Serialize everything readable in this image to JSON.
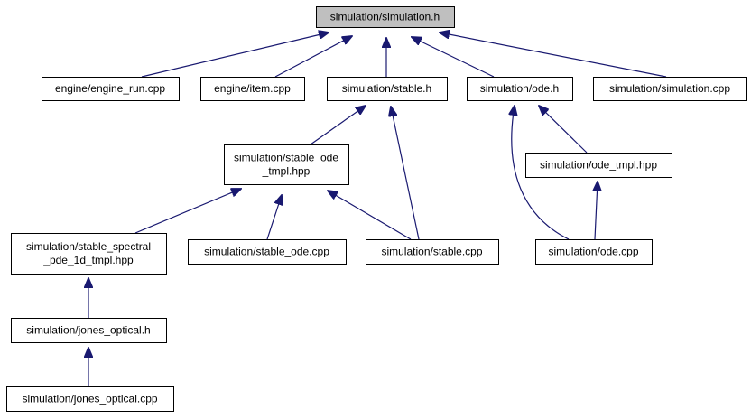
{
  "diagram": {
    "colors": {
      "edge": "#191970",
      "node_fill": "#ffffff",
      "root_fill": "#bfbfbf",
      "border": "#000000"
    },
    "nodes": {
      "root": {
        "lines": [
          "simulation/simulation.h"
        ]
      },
      "engine_run": {
        "lines": [
          "engine/engine_run.cpp"
        ]
      },
      "item": {
        "lines": [
          "engine/item.cpp"
        ]
      },
      "stable_h": {
        "lines": [
          "simulation/stable.h"
        ]
      },
      "ode_h": {
        "lines": [
          "simulation/ode.h"
        ]
      },
      "simulation_cpp": {
        "lines": [
          "simulation/simulation.cpp"
        ]
      },
      "stable_ode_tmpl": {
        "lines": [
          "simulation/stable_ode",
          "_tmpl.hpp"
        ]
      },
      "ode_tmpl": {
        "lines": [
          "simulation/ode_tmpl.hpp"
        ]
      },
      "stable_spectral": {
        "lines": [
          "simulation/stable_spectral",
          "_pde_1d_tmpl.hpp"
        ]
      },
      "stable_ode_cpp": {
        "lines": [
          "simulation/stable_ode.cpp"
        ]
      },
      "stable_cpp": {
        "lines": [
          "simulation/stable.cpp"
        ]
      },
      "ode_cpp": {
        "lines": [
          "simulation/ode.cpp"
        ]
      },
      "jones_h": {
        "lines": [
          "simulation/jones_optical.h"
        ]
      },
      "jones_cpp": {
        "lines": [
          "simulation/jones_optical.cpp"
        ]
      }
    },
    "edges": [
      {
        "from": "engine_run",
        "to": "root"
      },
      {
        "from": "item",
        "to": "root"
      },
      {
        "from": "stable_h",
        "to": "root"
      },
      {
        "from": "ode_h",
        "to": "root"
      },
      {
        "from": "simulation_cpp",
        "to": "root"
      },
      {
        "from": "stable_ode_tmpl",
        "to": "stable_h"
      },
      {
        "from": "stable_cpp",
        "to": "stable_h"
      },
      {
        "from": "ode_cpp",
        "to": "ode_h"
      },
      {
        "from": "ode_tmpl",
        "to": "ode_h"
      },
      {
        "from": "stable_spectral",
        "to": "stable_ode_tmpl"
      },
      {
        "from": "stable_ode_cpp",
        "to": "stable_ode_tmpl"
      },
      {
        "from": "stable_cpp",
        "to": "stable_ode_tmpl"
      },
      {
        "from": "ode_cpp",
        "to": "ode_tmpl"
      },
      {
        "from": "jones_h",
        "to": "stable_spectral"
      },
      {
        "from": "jones_cpp",
        "to": "jones_h"
      }
    ]
  }
}
